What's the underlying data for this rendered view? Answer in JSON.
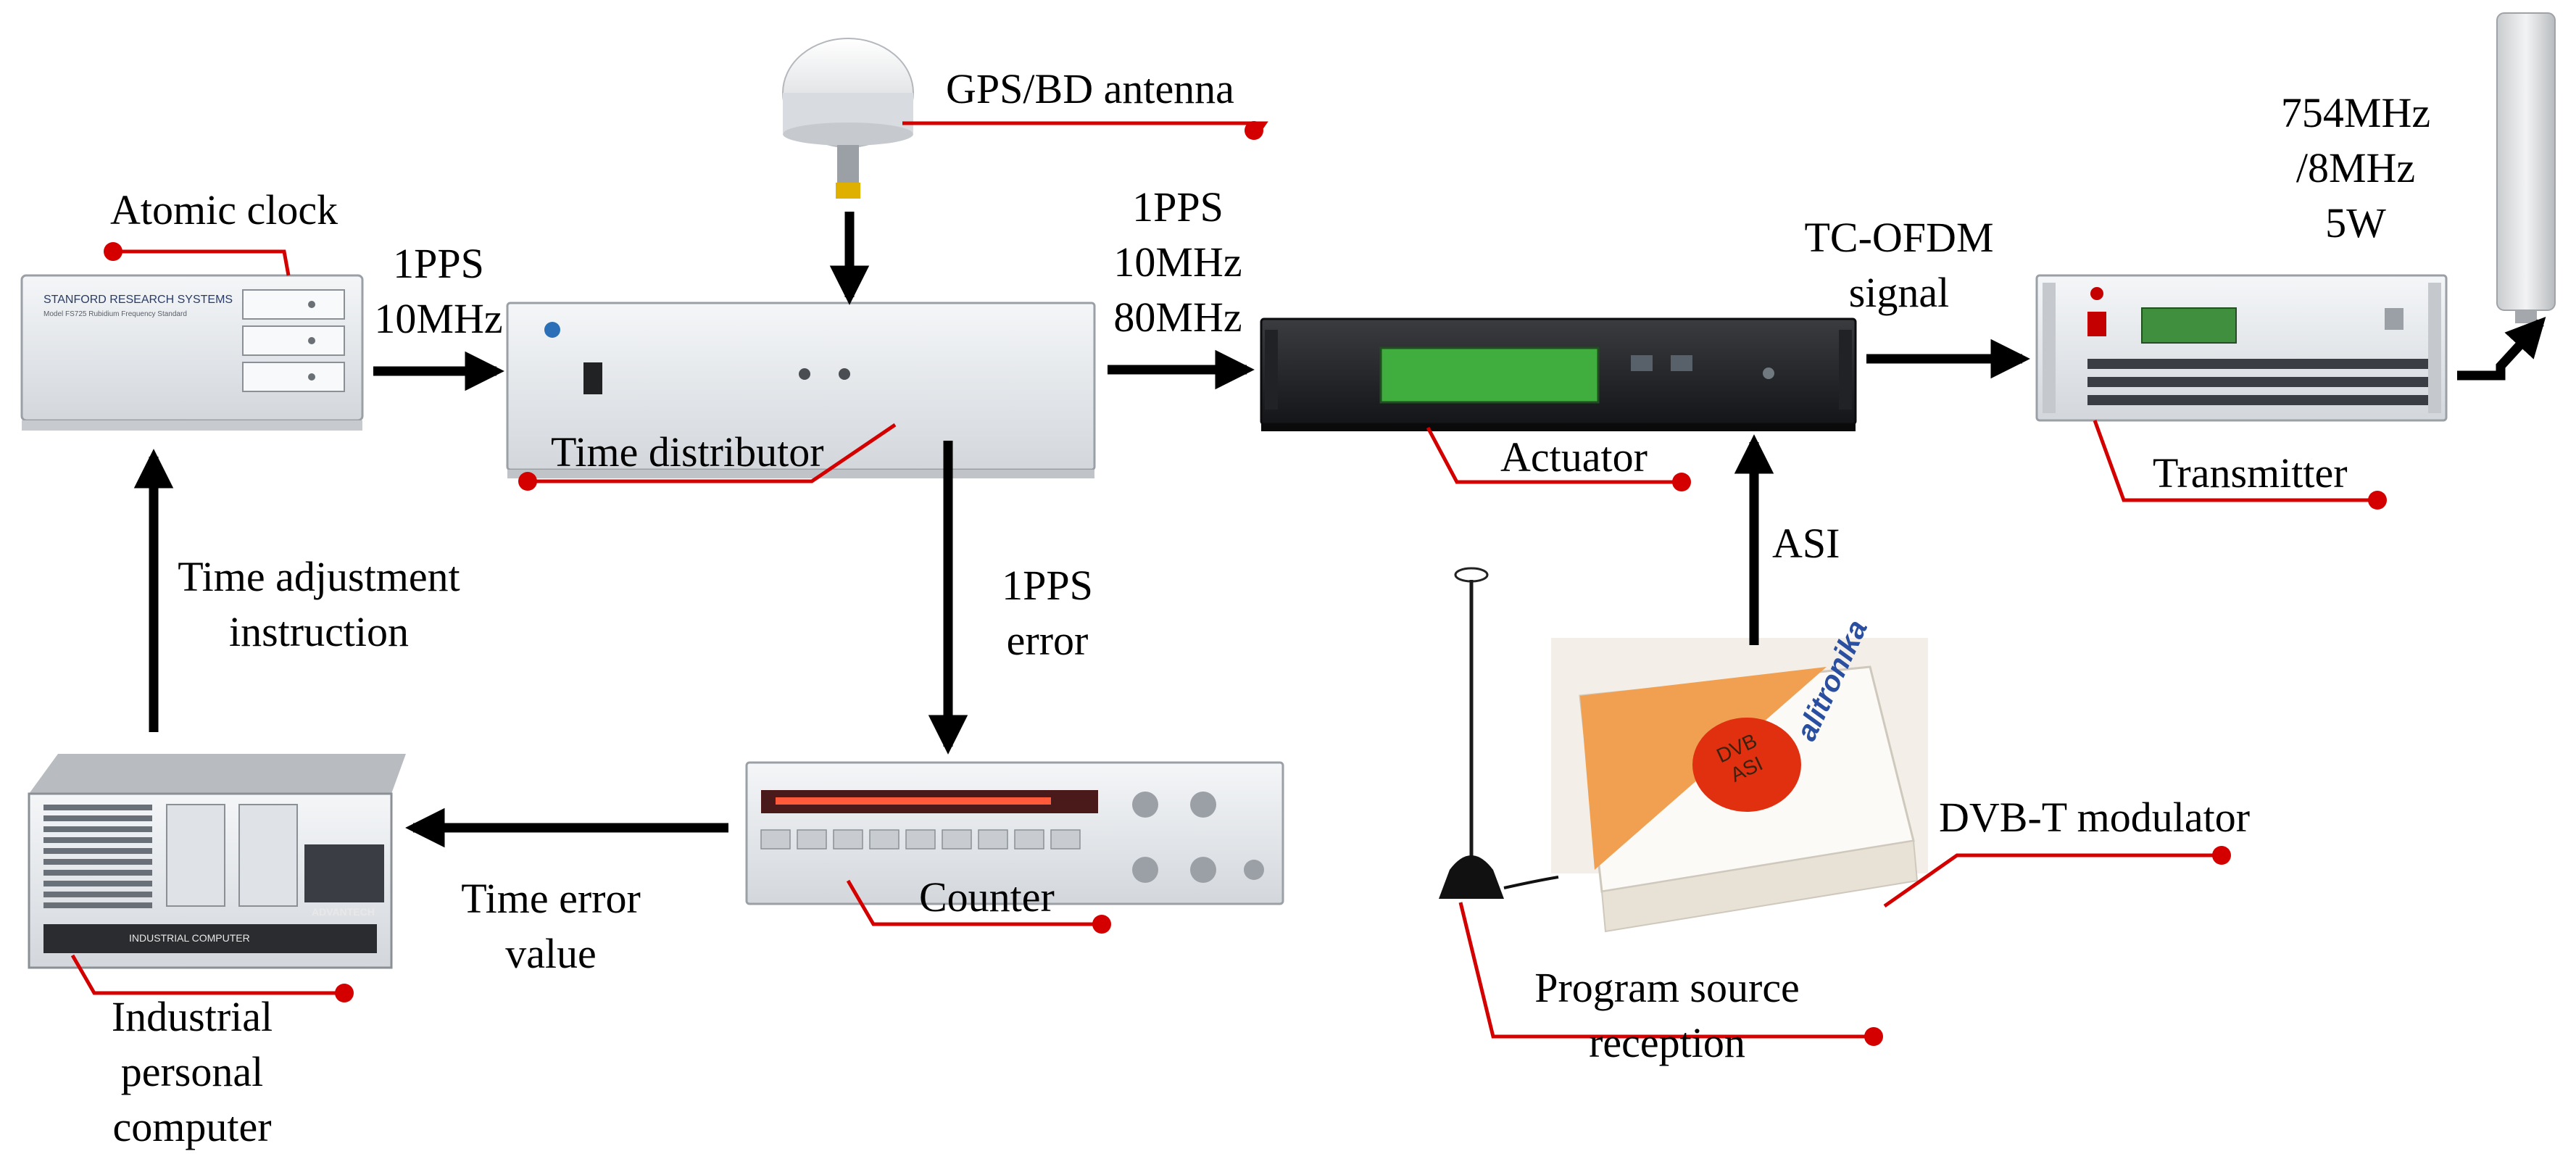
{
  "diagram": {
    "devices": {
      "atomic_clock": {
        "label": "Atomic clock",
        "brand": "STANFORD RESEARCH SYSTEMS",
        "model": "Model FS725 Rubidium Frequency Standard"
      },
      "time_distributor": {
        "label": "Time distributor"
      },
      "gps_antenna": {
        "label": "GPS/BD antenna"
      },
      "actuator": {
        "label": "Actuator"
      },
      "transmitter": {
        "label": "Transmitter"
      },
      "counter": {
        "label": "Counter"
      },
      "industrial_pc": {
        "label_lines": [
          "Industrial",
          "personal",
          "computer"
        ],
        "front_text": "INDUSTRIAL COMPUTER",
        "brand": "ADVANTECH"
      },
      "program_source": {
        "label_lines": [
          "Program source",
          "reception"
        ]
      },
      "dvb_modulator": {
        "label": "DVB-T modulator",
        "badge_lines": [
          "DVB",
          "ASI"
        ],
        "brand": "alitronika"
      }
    },
    "signals": {
      "clock_to_distributor": [
        "1PPS",
        "10MHz"
      ],
      "distributor_to_actuator": [
        "1PPS",
        "10MHz",
        "80MHz"
      ],
      "actuator_to_transmitter": [
        "TC-OFDM",
        "signal"
      ],
      "transmitter_output": [
        "754MHz",
        "/8MHz",
        "5W"
      ],
      "distributor_to_counter": [
        "1PPS",
        "error"
      ],
      "counter_to_pc": [
        "Time error",
        "value"
      ],
      "pc_to_clock": [
        "Time adjustment",
        "instruction"
      ],
      "modulator_to_actuator": [
        "ASI"
      ]
    }
  },
  "colors": {
    "arrow": "#000000",
    "callout": "#d40000",
    "device_panel": "#e3e6ea",
    "lcd": "#3fae3f",
    "dvb_orange": "#f0a050"
  }
}
